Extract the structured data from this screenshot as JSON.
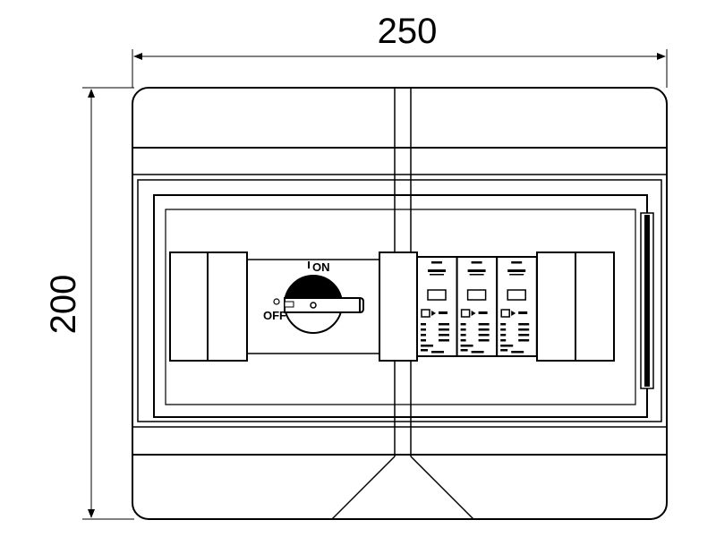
{
  "dimensions": {
    "width_label": "250",
    "height_label": "200"
  },
  "switch": {
    "on_label": "ON",
    "off_label": "OFF"
  },
  "spd_modules": [
    {
      "id": "spd-1"
    },
    {
      "id": "spd-2"
    },
    {
      "id": "spd-3"
    }
  ],
  "colors": {
    "line": "#000000",
    "background": "#ffffff"
  }
}
